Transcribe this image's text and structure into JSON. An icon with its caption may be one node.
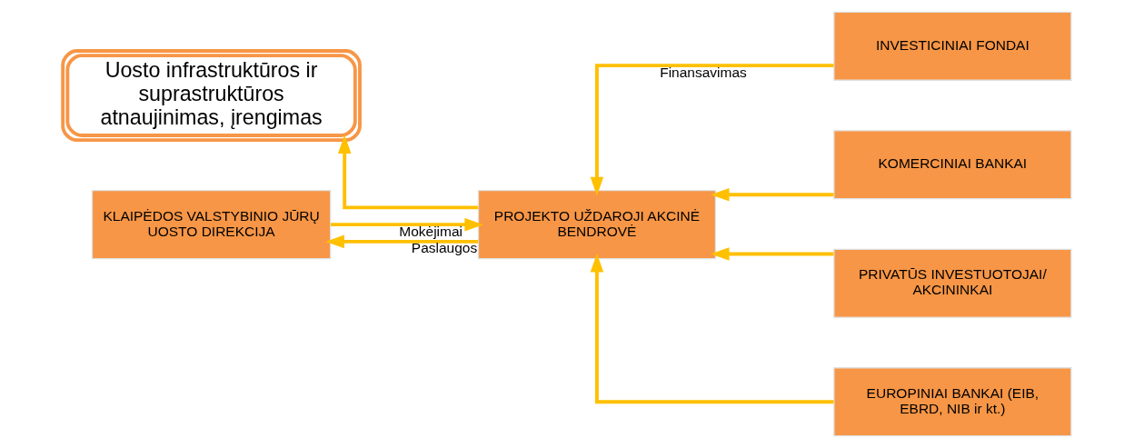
{
  "diagram": {
    "nodes": [
      {
        "text": [
          "Uosto infrastruktūros ir suprastruktūros atnaujinimas, įrengimas"
        ]
      },
      {
        "text": [
          "PROJEKTO UŽDAROJI AKCINĖ BENDROVĖ"
        ]
      },
      {
        "text": [
          "KLAIPĖDOS VALSTYBINIO JŪRŲ UOSTO DIREKCIJA"
        ]
      },
      {
        "text": [
          "INVESTICINIAI FONDAI"
        ]
      },
      {
        "text": [
          "KOMERCINIAI BANKAI"
        ]
      },
      {
        "text": [
          "PRIVATŪS INVESTUOTOJAI/ AKCININKAI"
        ]
      },
      {
        "text": [
          "EUROPINIAI BANKAI (EIB, EBRD, NIB ir kt.)"
        ]
      }
    ],
    "edges": [
      {
        "from": 1,
        "to": 0,
        "arrow": "to"
      },
      {
        "from": 1,
        "to": 2,
        "arrow": "to",
        "label": "Paslaugos"
      },
      {
        "from": 2,
        "to": 1,
        "arrow": "to",
        "label": "Mokėjimai"
      },
      {
        "from": 3,
        "to": 1,
        "arrow": "to",
        "label": "Finansavimas"
      },
      {
        "from": 4,
        "to": 1,
        "arrow": "to"
      },
      {
        "from": 5,
        "to": 1,
        "arrow": "to"
      },
      {
        "from": 6,
        "to": 1,
        "arrow": "to"
      }
    ]
  }
}
